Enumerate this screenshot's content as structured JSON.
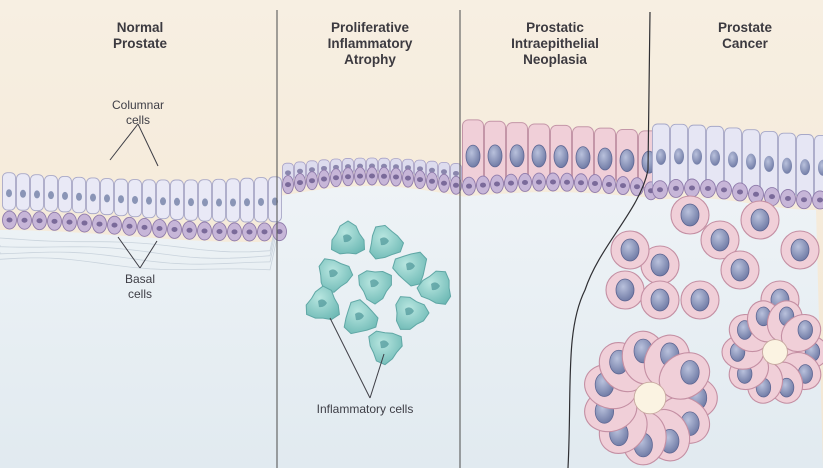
{
  "panels": [
    {
      "id": "normal",
      "title": [
        "Normal",
        "Prostate"
      ]
    },
    {
      "id": "pia",
      "title": [
        "Proliferative",
        "Inflammatory",
        "Atrophy"
      ]
    },
    {
      "id": "pin",
      "title": [
        "Prostatic",
        "Intraepithelial",
        "Neoplasia"
      ]
    },
    {
      "id": "cancer",
      "title": [
        "Prostate",
        "Cancer"
      ]
    }
  ],
  "labels": {
    "columnar": [
      "Columnar",
      "cells"
    ],
    "basal": [
      "Basal",
      "cells"
    ],
    "inflammatory": "Inflammatory cells"
  },
  "colors": {
    "background_top": "#f6ecdc",
    "stroma": "#e6eef3",
    "columnar_cell": "#e9e9f6",
    "basal_cell": "#c7b6d8",
    "nucleus": "#8f9bbd",
    "atypical_cell": "#f0cfd8",
    "inflammatory_cell": "#8fd0cb",
    "divider": "#5a5a5a"
  }
}
